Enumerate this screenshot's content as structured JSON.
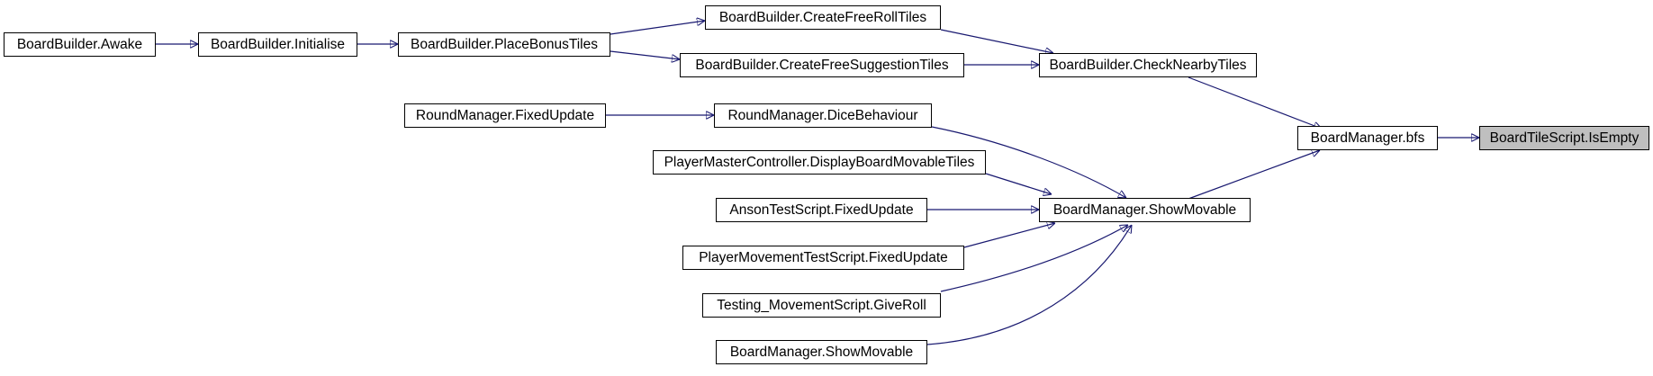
{
  "colors": {
    "edge": "#191970",
    "node_border": "#000000",
    "focus_fill": "#bfbfbf"
  },
  "nodes": {
    "awake": "BoardBuilder.Awake",
    "initialise": "BoardBuilder.Initialise",
    "place_bonus": "BoardBuilder.PlaceBonusTiles",
    "free_roll": "BoardBuilder.CreateFreeRollTiles",
    "free_suggestion": "BoardBuilder.CreateFreeSuggestionTiles",
    "check_nearby": "BoardBuilder.CheckNearbyTiles",
    "round_fixed": "RoundManager.FixedUpdate",
    "dice": "RoundManager.DiceBehaviour",
    "player_master": "PlayerMasterController.DisplayBoardMovableTiles",
    "anson": "AnsonTestScript.FixedUpdate",
    "player_movement": "PlayerMovementTestScript.FixedUpdate",
    "testing_movement": "Testing_MovementScript.GiveRoll",
    "show_movable_caller": "BoardManager.ShowMovable",
    "show_movable": "BoardManager.ShowMovable",
    "bfs": "BoardManager.bfs",
    "is_empty": "BoardTileScript.IsEmpty"
  }
}
